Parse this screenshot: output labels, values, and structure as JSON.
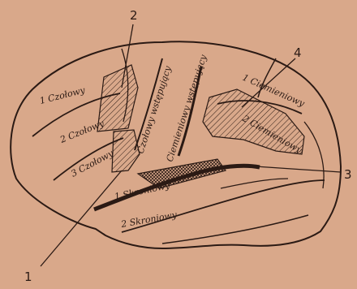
{
  "diagram": {
    "labels": {
      "czolowy_1": "1 Czołowy",
      "czolowy_2": "2 Czołowy",
      "czolowy_3": "3 Czołowy",
      "czolowy_wstepujacy": "Czołowy wstępujący",
      "ciemieniowy_wstepujacy": "Ciemieniowy wstępujący",
      "ciemieniowy_1": "1 Ciemieniowy",
      "ciemieniowy_2": "2 Ciemieniowy",
      "skroniowy_1": "1 Skroniowy",
      "skroniowy_2": "2 Skroniowy"
    },
    "markers": [
      "1",
      "2",
      "3",
      "4"
    ]
  },
  "colors": {
    "background": "#d9a88a",
    "ink": "#2b1a14"
  }
}
